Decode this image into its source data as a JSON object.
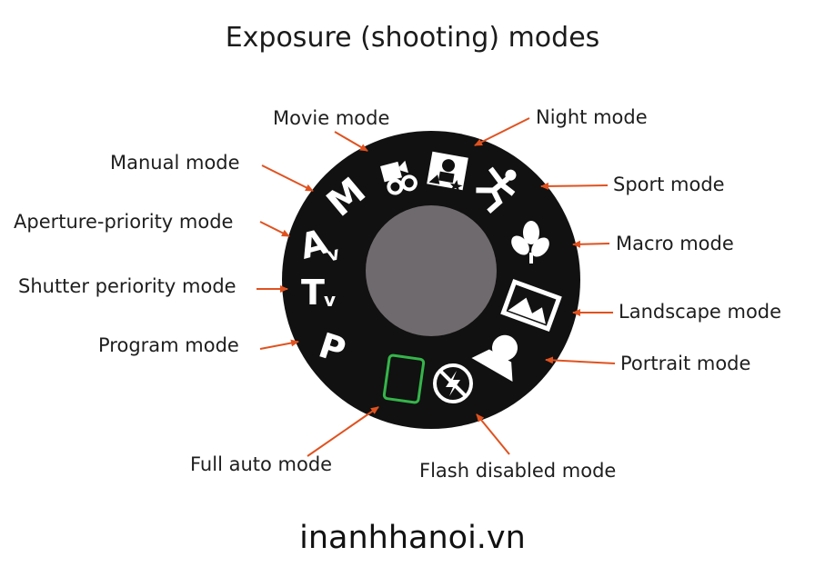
{
  "title": "Exposure (shooting) modes",
  "footer": "inanhhanoi.vn",
  "labels": {
    "movie": "Movie mode",
    "night": "Night mode",
    "manual": "Manual mode",
    "sport": "Sport mode",
    "aperture": "Aperture-priority mode",
    "macro": "Macro mode",
    "shutter": "Shutter periority mode",
    "landscape": "Landscape mode",
    "program": "Program mode",
    "portrait": "Portrait mode",
    "fullauto": "Full auto mode",
    "flash": "Flash disabled mode"
  },
  "dial": {
    "manual_symbol": "M",
    "aperture_symbol": "A",
    "aperture_sub": "v",
    "shutter_symbol": "T",
    "shutter_sub": "v",
    "program_symbol": "P"
  },
  "colors": {
    "arrow": "#e0521f",
    "dial": "#111111",
    "center": "#6f6a6d",
    "full_auto": "#35b54a"
  },
  "icons": [
    "movie-icon",
    "night-icon",
    "sport-icon",
    "macro-icon",
    "landscape-icon",
    "portrait-icon",
    "flash-off-icon",
    "full-auto-icon"
  ]
}
